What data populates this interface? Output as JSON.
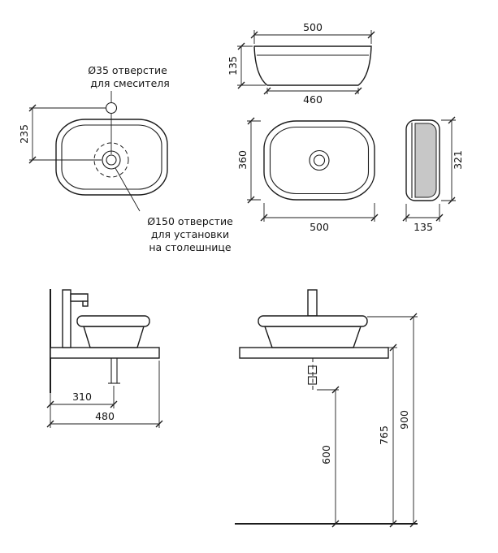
{
  "annotations": {
    "mixer_line1": "Ø35 отверстие",
    "mixer_line2": "для смесителя",
    "mount_line1": "Ø150 отверстие",
    "mount_line2": "для установки",
    "mount_line3": "на столешнице"
  },
  "dims": {
    "offset_235": "235",
    "front_width_top": "500",
    "front_height": "135",
    "front_width_bottom": "460",
    "plan_depth": "360",
    "plan_width": "500",
    "side_height": "321",
    "side_depth": "135",
    "drain_offset": "310",
    "counter_depth": "480",
    "counter_height": "765",
    "rim_height": "900",
    "outlet_height": "600"
  },
  "colors": {
    "line": "#1c1c1c",
    "shade": "#c7c7c7",
    "background": "#ffffff"
  }
}
